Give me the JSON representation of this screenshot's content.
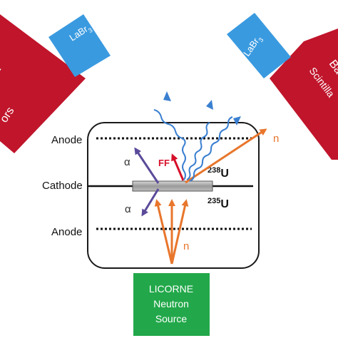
{
  "detectors": {
    "left_block_text": "ors",
    "left_block_text_upper": "-",
    "right_block_text_1": "Ba",
    "right_block_text_2": "Scintilla",
    "labr_left": "LaBr",
    "labr_right": "LaBr",
    "labr_subscript": "3"
  },
  "chamber": {
    "anode_top": "Anode",
    "cathode": "Cathode",
    "anode_bottom": "Anode",
    "u238_mass": "238",
    "u235_mass": "235",
    "element": "U"
  },
  "particles": {
    "alpha_top": "α",
    "alpha_bottom": "α",
    "fission_fragment": "FF",
    "neutron_out": "n",
    "neutron_in": "n"
  },
  "source": {
    "line1": "LICORNE",
    "line2": "Neutron",
    "line3": "Source"
  },
  "colors": {
    "red_block": "#c0152b",
    "blue_block": "#3a9ae0",
    "green_block": "#22a84a",
    "orange": "#e8762c",
    "purple": "#5b4a9a",
    "wave_blue": "#3a7fd0",
    "ff_red": "#d6102a"
  }
}
